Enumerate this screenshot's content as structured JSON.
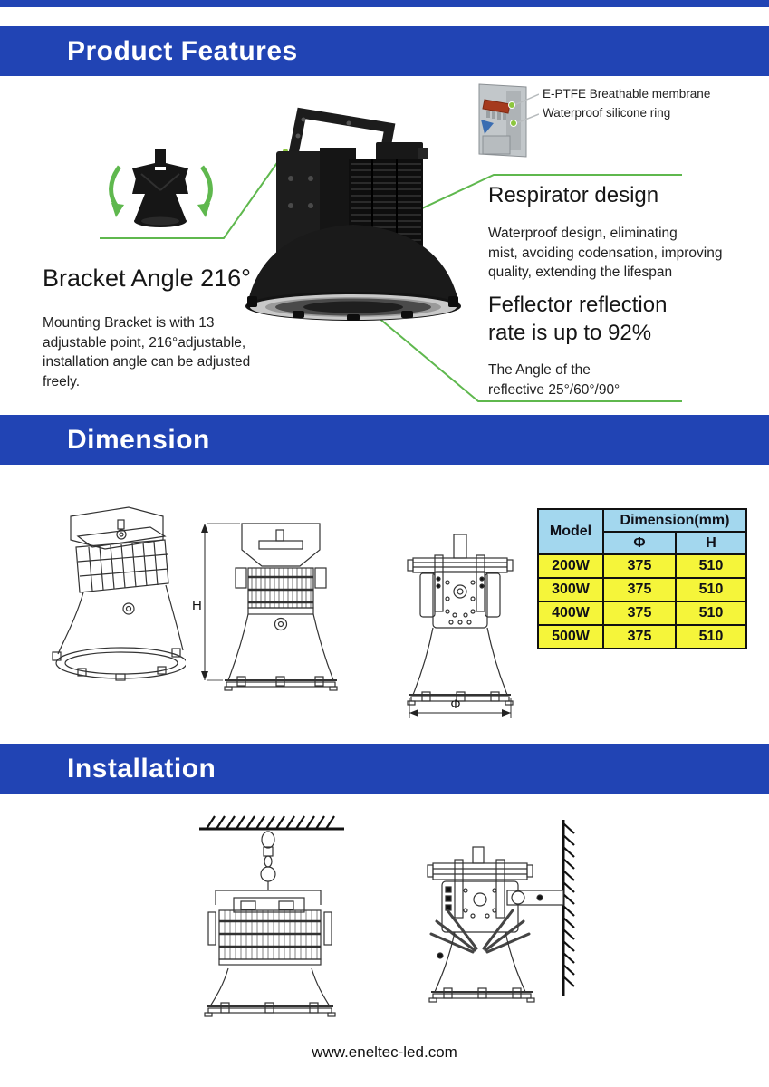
{
  "header": {
    "features_title": "Product Features",
    "dimension_title": "Dimension",
    "installation_title": "Installation"
  },
  "features": {
    "eptfe": {
      "line1": "E-PTFE Breathable membrane",
      "line2": "Waterproof silicone ring"
    },
    "bracket": {
      "heading": "Bracket Angle 216°",
      "lines": [
        "Mounting Bracket is with 13",
        "adjustable point, 216°adjustable,",
        "installation angle can be adjusted",
        "freely."
      ]
    },
    "respirator": {
      "heading": "Respirator design",
      "lines": [
        "Waterproof design, eliminating",
        "mist, avoiding codensation, improving",
        "quality, extending the lifespan"
      ]
    },
    "reflector": {
      "heading_line1": "Feflector reflection",
      "heading_line2": "rate is up to 92%",
      "lines": [
        "The Angle of the",
        "reflective 25°/60°/90°"
      ]
    }
  },
  "dimension": {
    "h_label": "H",
    "phi_label": "Φ",
    "table": {
      "model_header": "Model",
      "dimension_header": "Dimension(mm)",
      "phi_header": "Φ",
      "h_header": "H",
      "rows": [
        [
          "200W",
          "375",
          "510"
        ],
        [
          "300W",
          "375",
          "510"
        ],
        [
          "400W",
          "375",
          "510"
        ],
        [
          "500W",
          "375",
          "510"
        ]
      ]
    }
  },
  "footer": {
    "website": "www.eneltec-led.com"
  },
  "colors": {
    "band_blue": "#2144b4",
    "annotation_green": "#5fb84e",
    "table_header_blue": "#a3d7ee",
    "table_row_yellow": "#f5f53a"
  }
}
